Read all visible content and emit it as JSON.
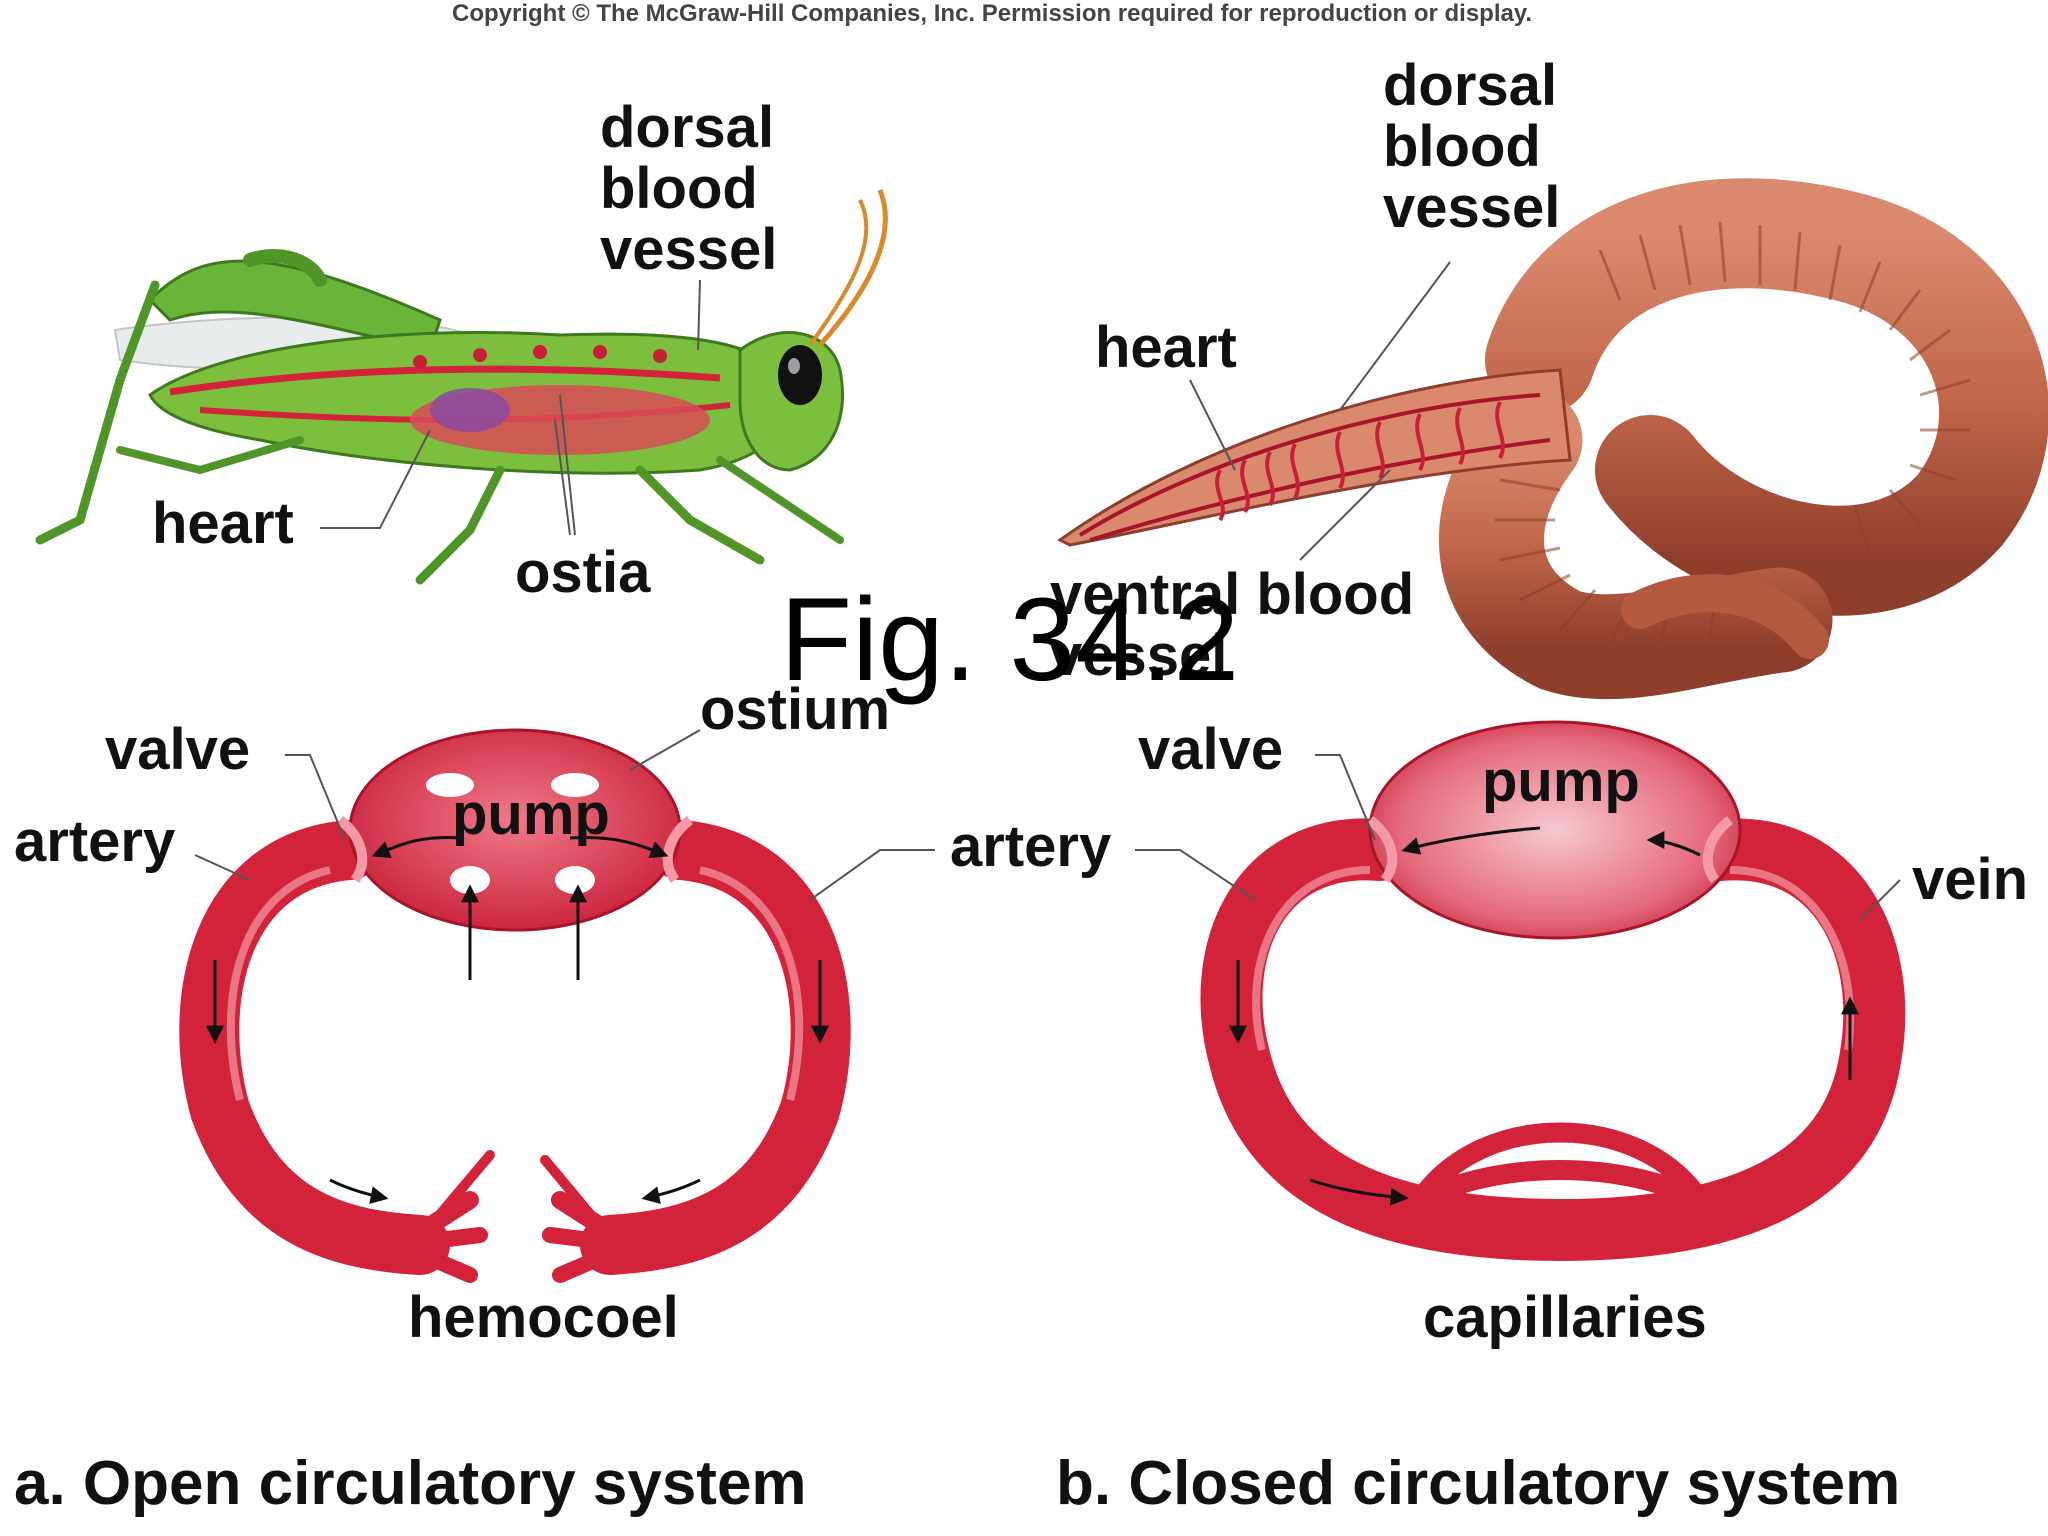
{
  "header": {
    "copyright": "Copyright © The McGraw-Hill Companies, Inc. Permission required for reproduction or display."
  },
  "figure_number": "Fig. 34.2",
  "open_system": {
    "animal_labels": {
      "dorsal_vessel": [
        "dorsal",
        "blood",
        "vessel"
      ],
      "heart": "heart",
      "ostia": "ostia"
    },
    "diagram_labels": {
      "valve": "valve",
      "artery_left": "artery",
      "ostium": "ostium",
      "pump": "pump",
      "artery_right": "artery",
      "hemocoel": "hemocoel"
    },
    "caption": "a. Open circulatory system"
  },
  "closed_system": {
    "animal_labels": {
      "dorsal_vessel": [
        "dorsal",
        "blood",
        "vessel"
      ],
      "heart": "heart",
      "ventral_vessel": [
        "ventral blood",
        "vessel"
      ]
    },
    "diagram_labels": {
      "valve": "valve",
      "pump": "pump",
      "vein": "vein",
      "capillaries": "capillaries"
    },
    "caption": "b. Closed circulatory system"
  },
  "colors": {
    "vessel_red": "#d3233a",
    "vessel_dark": "#a8152a",
    "pump_pink": "#e04a5e",
    "grasshopper_green": "#5fa832",
    "worm_brown": "#c2674a",
    "leader_line": "#555555"
  }
}
